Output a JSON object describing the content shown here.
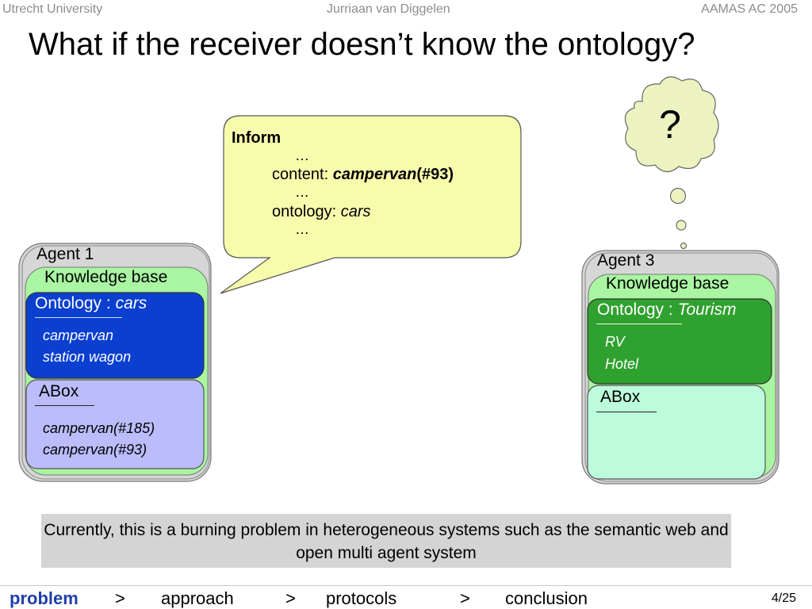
{
  "header": {
    "left": "Utrecht University",
    "center": "Jurriaan van Diggelen",
    "right": "AAMAS AC 2005"
  },
  "title": "What if the receiver doesn’t know the ontology?",
  "message": {
    "performative": "Inform",
    "ellipsis": "…",
    "content_label": "content: ",
    "content_value": "campervan",
    "content_id": "(#93)",
    "ontology_label": "ontology: ",
    "ontology_value": "cars"
  },
  "thought": {
    "symbol": "?"
  },
  "agent1": {
    "label": "Agent 1",
    "kb_label": "Knowledge base",
    "ontology_label": "Ontology : ",
    "ontology_name": "cars",
    "concepts": [
      "campervan",
      "station wagon"
    ],
    "abox_label": "ABox",
    "assertions": [
      "campervan(#185)",
      "campervan(#93)"
    ]
  },
  "agent3": {
    "label": "Agent 3",
    "kb_label": "Knowledge base",
    "ontology_label": "Ontology : ",
    "ontology_name": "Tourism",
    "concepts": [
      "RV",
      "Hotel"
    ],
    "abox_label": "ABox",
    "assertions": []
  },
  "note": "Currently, this is a burning problem in heterogeneous systems such as the semantic web and open multi agent system",
  "nav": {
    "items": [
      "problem",
      "approach",
      "protocols",
      "conclusion"
    ],
    "separator": ">",
    "active": "problem"
  },
  "page": "4/25",
  "colors": {
    "bubble_fill": "#f7fbac",
    "cloud_fill": "#edf3c0",
    "agent_outer": "#d6d6d6",
    "kb_green": "#a9f5a2",
    "ontology_blue": "#0a3fd0",
    "abox_lavender": "#bcbcfc",
    "ontology_green": "#2fa12f",
    "abox_mint": "#bcfbdb",
    "nav_active": "#1f3fa8"
  }
}
